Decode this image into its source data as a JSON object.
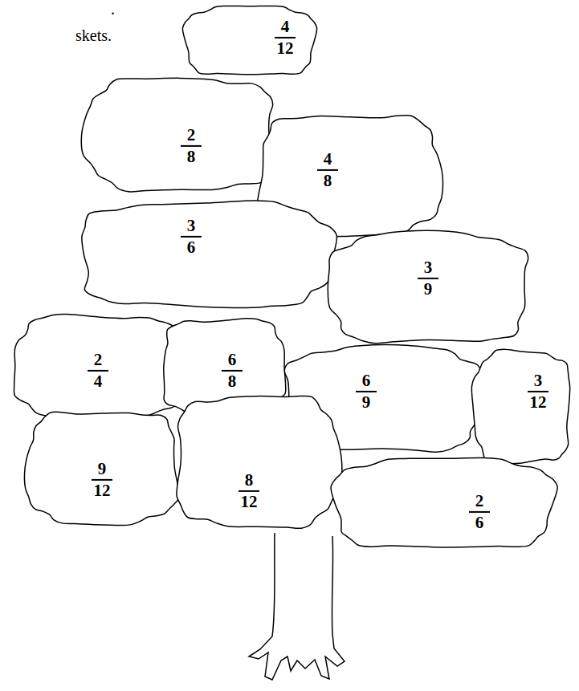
{
  "diagram": {
    "nodes": [
      {
        "text": [
          "4",
          "12"
        ]
      },
      {
        "text": [
          "2",
          "8"
        ]
      },
      {
        "text": [
          "4",
          "8"
        ]
      },
      {
        "text": [
          "3",
          "6"
        ]
      },
      {
        "text": [
          "3",
          "9"
        ]
      },
      {
        "text": [
          "2",
          "4"
        ]
      },
      {
        "text": [
          "6",
          "8"
        ]
      },
      {
        "text": [
          "6",
          "9"
        ]
      },
      {
        "text": [
          "3",
          "12"
        ]
      },
      {
        "text": [
          "9",
          "12"
        ]
      },
      {
        "text": [
          "8",
          "12"
        ]
      },
      {
        "text": [
          "2",
          "6"
        ]
      }
    ],
    "labels": [
      ".",
      "skets."
    ]
  }
}
